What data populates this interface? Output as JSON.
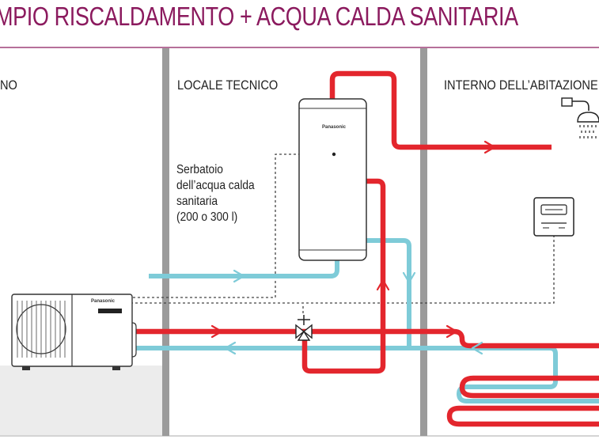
{
  "title": "MPIO RISCALDAMENTO + ACQUA CALDA SANITARIA",
  "zones": {
    "outdoor": "NO",
    "technical_room": "LOCALE TECNICO",
    "home_interior": "INTERNO DELL’ABITAZIONE"
  },
  "tank": {
    "brand": "Panasonic",
    "label_lines": [
      "Serbatoio",
      "dell’acqua calda",
      "sanitaria",
      "(200 o 300 l)"
    ]
  },
  "outdoor_unit": {
    "brand": "Panasonic"
  },
  "colors": {
    "title": "#8b1a5e",
    "hot_pipe": "#e3262d",
    "cold_pipe": "#7ecbd8",
    "wall": "#9b9b9b",
    "frame_line": "#8b1a5e",
    "outdoor_floor": "#ececec"
  },
  "icons": [
    "shower-icon",
    "thermostat-icon",
    "three-way-valve-icon",
    "heat-pump-outdoor-unit-icon",
    "dhw-tank-icon"
  ]
}
